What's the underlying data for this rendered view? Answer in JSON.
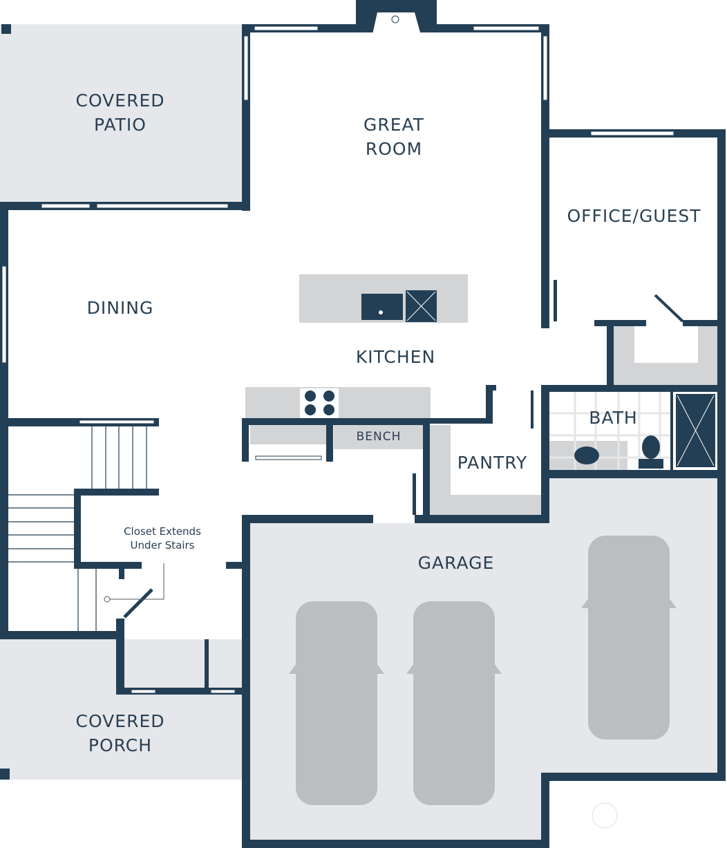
{
  "rooms": {
    "covered_patio": "COVERED\nPATIO",
    "great_room": "GREAT\nROOM",
    "office_guest": "OFFICE/GUEST",
    "dining": "DINING",
    "kitchen": "KITCHEN",
    "bath": "BATH",
    "bench": "BENCH",
    "pantry": "PANTRY",
    "closet_note": "Closet Extends\nUnder Stairs",
    "garage": "GARAGE",
    "covered_porch": "COVERED\nPORCH"
  },
  "colors": {
    "wall": "#233f55",
    "room_fill": "#e5e7ea",
    "counter": "#d3d4d6",
    "car": "#bcbdbe"
  }
}
